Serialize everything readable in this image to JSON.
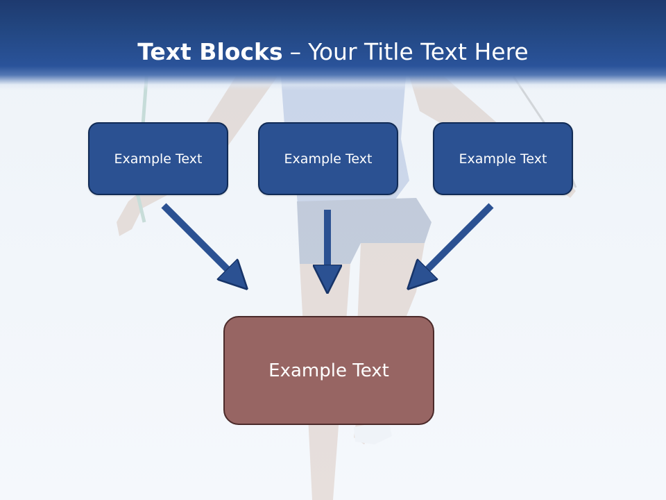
{
  "title": {
    "bold": "Text Blocks",
    "dash": "–",
    "rest": "Your Title Text Here"
  },
  "boxes": {
    "left": "Example Text",
    "center": "Example Text",
    "right": "Example Text",
    "bottom": "Example Text"
  },
  "colors": {
    "header": "#224680",
    "box_blue": "#2b5192",
    "box_red": "#976563",
    "arrow": "#2b5192"
  }
}
